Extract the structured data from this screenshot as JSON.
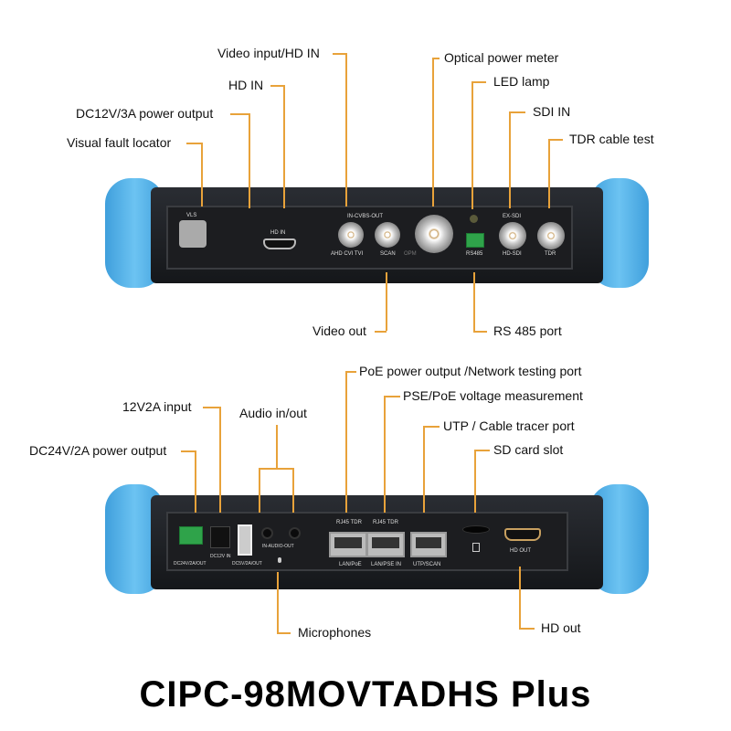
{
  "top_callouts": {
    "video_input": "Video input/HD IN",
    "hd_in": "HD IN",
    "dc12v": "DC12V/3A power output",
    "vfl": "Visual fault locator",
    "opm": "Optical power meter",
    "led": "LED lamp",
    "sdi": "SDI IN",
    "tdr": "TDR cable test",
    "video_out": "Video out",
    "rs485": "RS 485 port"
  },
  "top_panel": {
    "vls": "VLS",
    "hd_in": "HD IN",
    "cvbs": "IN-CVBS-OUT",
    "ahd": "AHD CVI TVI",
    "scan": "SCAN",
    "opm": "OPM",
    "rs485": "RS485",
    "exsdi": "EX-SDI",
    "hdsdi": "HD-SDI",
    "tdr": "TDR"
  },
  "bottom_callouts": {
    "poe": "PoE power output /Network testing port",
    "pse": "PSE/PoE voltage measurement",
    "utp": "UTP / Cable tracer port",
    "sd": "SD card slot",
    "in12v": "12V2A input",
    "audio": "Audio in/out",
    "dc24v": "DC24V/2A power output",
    "mic": "Microphones",
    "hdout": "HD out"
  },
  "bottom_panel": {
    "dc24": "DC24V/2A/OUT",
    "dc12in": "DC12V IN",
    "dc5": "DC5V/2A/OUT",
    "audio": "IN-AUDIO-OUT",
    "rj45a": "RJ45 TDR",
    "rj45b": "RJ45 TDR",
    "lanpoe": "LAN/PoE",
    "lanpse": "LAN/PSE IN",
    "utpscan": "UTP/SCAN",
    "hdout": "HD OUT"
  },
  "title": "CIPC-98MOVTADHS Plus"
}
